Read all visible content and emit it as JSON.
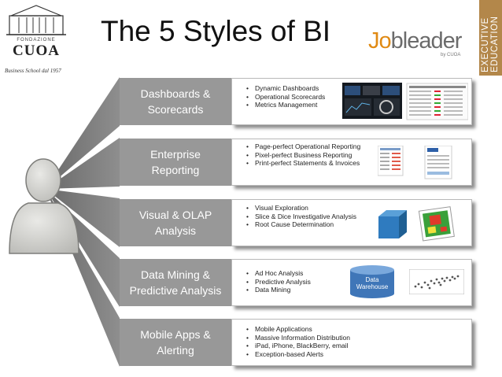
{
  "header": {
    "title": "The 5 Styles of BI",
    "logo_name": "CUOA",
    "logo_foundation": "FONDAZIONE",
    "logo_tagline": "Business School dal 1957",
    "brand_jo": "Jo",
    "brand_rest": "bleader",
    "brand_sub": "by CUOA",
    "exec_line1": "EXECUTIVE",
    "exec_line2": "EDUCATION"
  },
  "rows": [
    {
      "label_line1": "Dashboards &",
      "label_line2": "Scorecards",
      "bullets": [
        "Dynamic Dashboards",
        "Operational Scorecards",
        "Metrics Management"
      ]
    },
    {
      "label_line1": "Enterprise",
      "label_line2": "Reporting",
      "bullets": [
        "Page-perfect Operational Reporting",
        "Pixel-perfect Business Reporting",
        "Print-perfect Statements & Invoices"
      ]
    },
    {
      "label_line1": "Visual & OLAP",
      "label_line2": "Analysis",
      "bullets": [
        "Visual Exploration",
        "Slice & Dice Investigative Analysis",
        "Root Cause Determination"
      ]
    },
    {
      "label_line1": "Data Mining &",
      "label_line2": "Predictive Analysis",
      "bullets": [
        "Ad Hoc Analysis",
        "Predictive Analysis",
        "Data Mining"
      ]
    },
    {
      "label_line1": "Mobile Apps &",
      "label_line2": "Alerting",
      "bullets": [
        "Mobile Applications",
        "Massive Information Distribution",
        "iPad,  iPhone, BlackBerry, email",
        "Exception-based Alerts"
      ]
    }
  ],
  "cylinder_label_line1": "Data",
  "cylinder_label_line2": "Warehouse",
  "colors": {
    "label_bg": "#989898",
    "accent_brown": "#b3874a",
    "brand_orange": "#e08a14"
  }
}
